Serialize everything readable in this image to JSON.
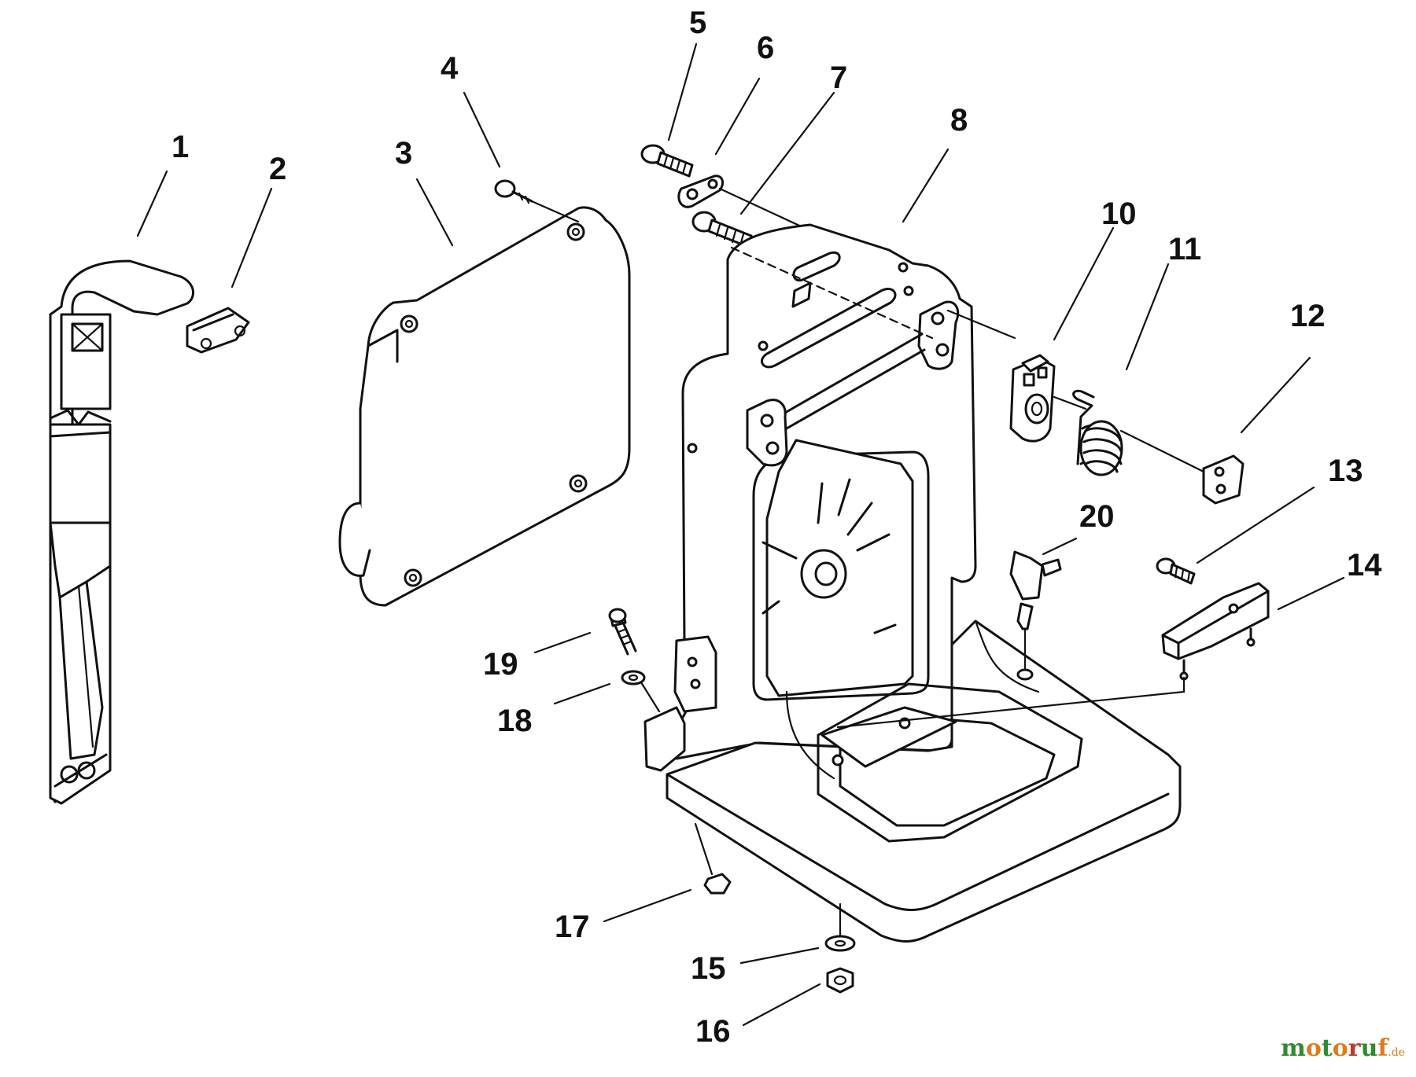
{
  "diagram": {
    "parts": [
      {
        "id": "part-1",
        "label": "1"
      },
      {
        "id": "part-2",
        "label": "2"
      },
      {
        "id": "part-3",
        "label": "3"
      },
      {
        "id": "part-4",
        "label": "4"
      },
      {
        "id": "part-5",
        "label": "5"
      },
      {
        "id": "part-6",
        "label": "6"
      },
      {
        "id": "part-7",
        "label": "7"
      },
      {
        "id": "part-8",
        "label": "8"
      },
      {
        "id": "part-10",
        "label": "10"
      },
      {
        "id": "part-11",
        "label": "11"
      },
      {
        "id": "part-12",
        "label": "12"
      },
      {
        "id": "part-13",
        "label": "13"
      },
      {
        "id": "part-14",
        "label": "14"
      },
      {
        "id": "part-15",
        "label": "15"
      },
      {
        "id": "part-16",
        "label": "16"
      },
      {
        "id": "part-17",
        "label": "17"
      },
      {
        "id": "part-18",
        "label": "18"
      },
      {
        "id": "part-19",
        "label": "19"
      },
      {
        "id": "part-20",
        "label": "20"
      }
    ]
  },
  "watermark": {
    "text_main": "motoruf",
    "text_tld": ".de",
    "colors": {
      "green": "#2e8b2e",
      "orange": "#e07b1a",
      "red": "#c0392b"
    }
  }
}
